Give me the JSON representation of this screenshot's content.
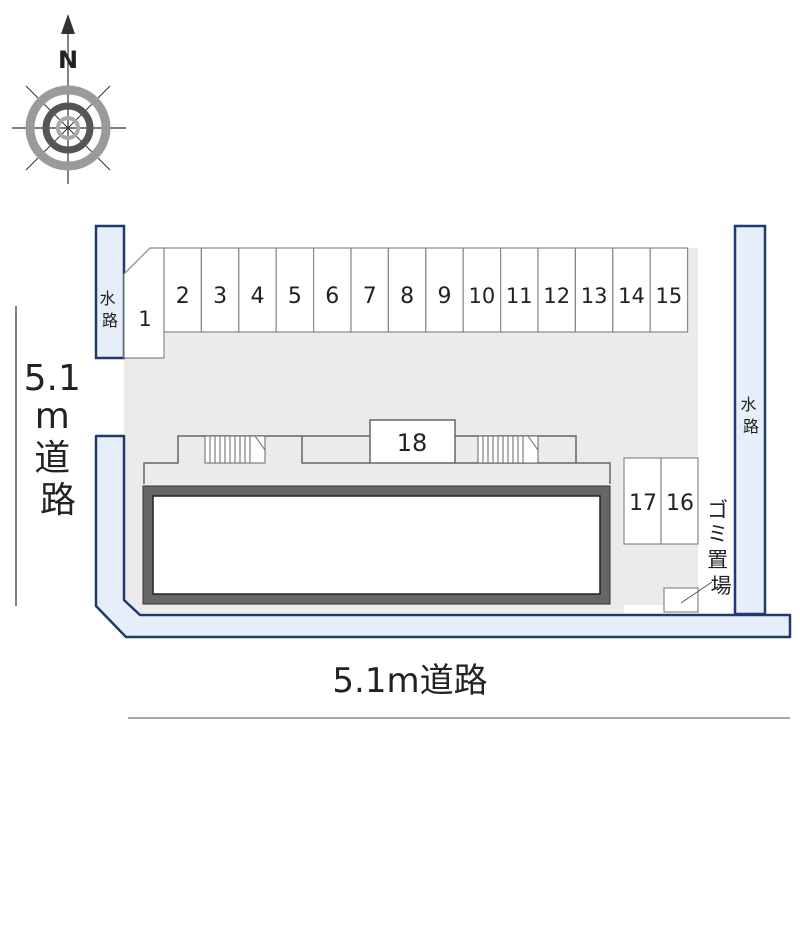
{
  "compass": {
    "north_label": "N"
  },
  "roads": {
    "west_road": "5.1m道路",
    "south_road": "5.1m道路"
  },
  "waterways": {
    "west": "水路",
    "east": "水路"
  },
  "parking": {
    "top_row": [
      "1",
      "2",
      "3",
      "4",
      "5",
      "6",
      "7",
      "8",
      "9",
      "10",
      "11",
      "12",
      "13",
      "14",
      "15"
    ],
    "side": [
      "17",
      "16"
    ],
    "center": "18"
  },
  "garbage": "ゴミ置場",
  "colors": {
    "lot": "#ebebeb",
    "water": "#e6eefa",
    "outline": "#1f3a6e",
    "building": "#444444"
  }
}
